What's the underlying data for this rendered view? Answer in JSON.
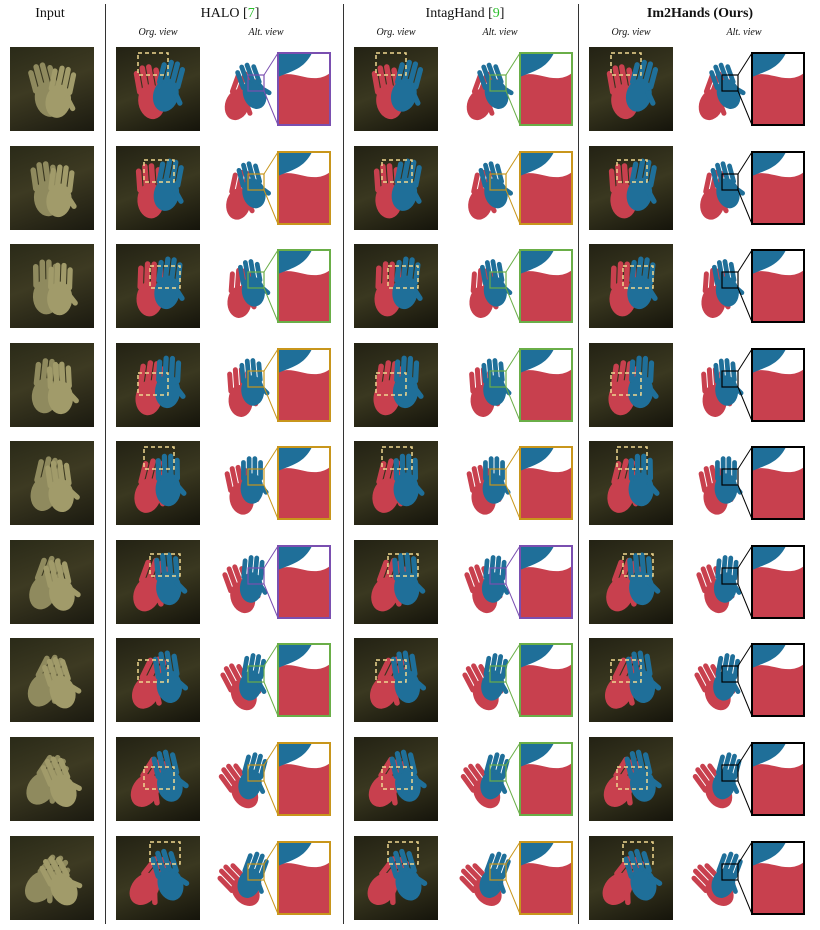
{
  "headers": {
    "input": "Input",
    "halo": "HALO [",
    "halo_ref": "7",
    "halo_close": "]",
    "intag": "IntagHand [",
    "intag_ref": "9",
    "intag_close": "]",
    "ours": "Im2Hands (Ours)"
  },
  "subheaders": {
    "org_view": "Org. view",
    "alt_view": "Alt. view"
  },
  "colors": {
    "red_hand": "#c8404e",
    "blue_hand": "#1f6f99",
    "highlight_box": "#f0d890",
    "purple_box": "#7a4fb0",
    "green_box": "#6aae48",
    "gold_box": "#c8961c",
    "black_box": "#000000"
  },
  "rows": 9,
  "zoom_box_colors": {
    "halo": [
      "purple",
      "gold",
      "green",
      "gold",
      "gold",
      "purple",
      "green",
      "gold",
      "gold"
    ],
    "intag": [
      "green",
      "gold",
      "green",
      "green",
      "gold",
      "purple",
      "green",
      "green",
      "gold"
    ],
    "ours": [
      "black",
      "black",
      "black",
      "black",
      "black",
      "black",
      "black",
      "black",
      "black"
    ]
  }
}
